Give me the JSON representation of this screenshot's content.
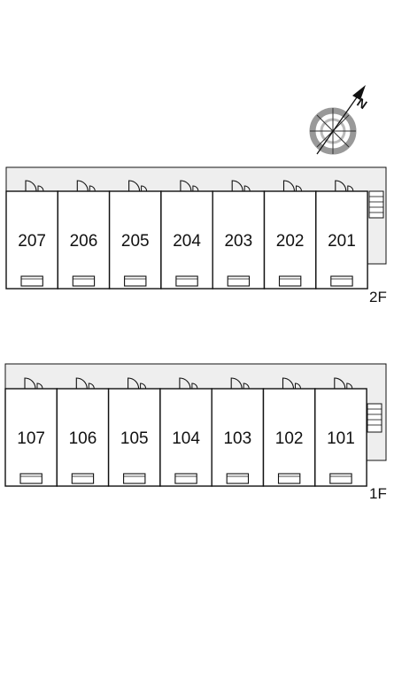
{
  "floors": [
    {
      "label": "2F",
      "units": [
        "207",
        "206",
        "205",
        "204",
        "203",
        "202",
        "201"
      ]
    },
    {
      "label": "1F",
      "units": [
        "107",
        "106",
        "105",
        "104",
        "103",
        "102",
        "101"
      ]
    }
  ],
  "compass": {
    "north_label": "N",
    "icon": "compass-north-arrow-icon"
  },
  "colors": {
    "corridor": "#eeeeee",
    "line": "#111111",
    "compass_ring": "#999999"
  }
}
